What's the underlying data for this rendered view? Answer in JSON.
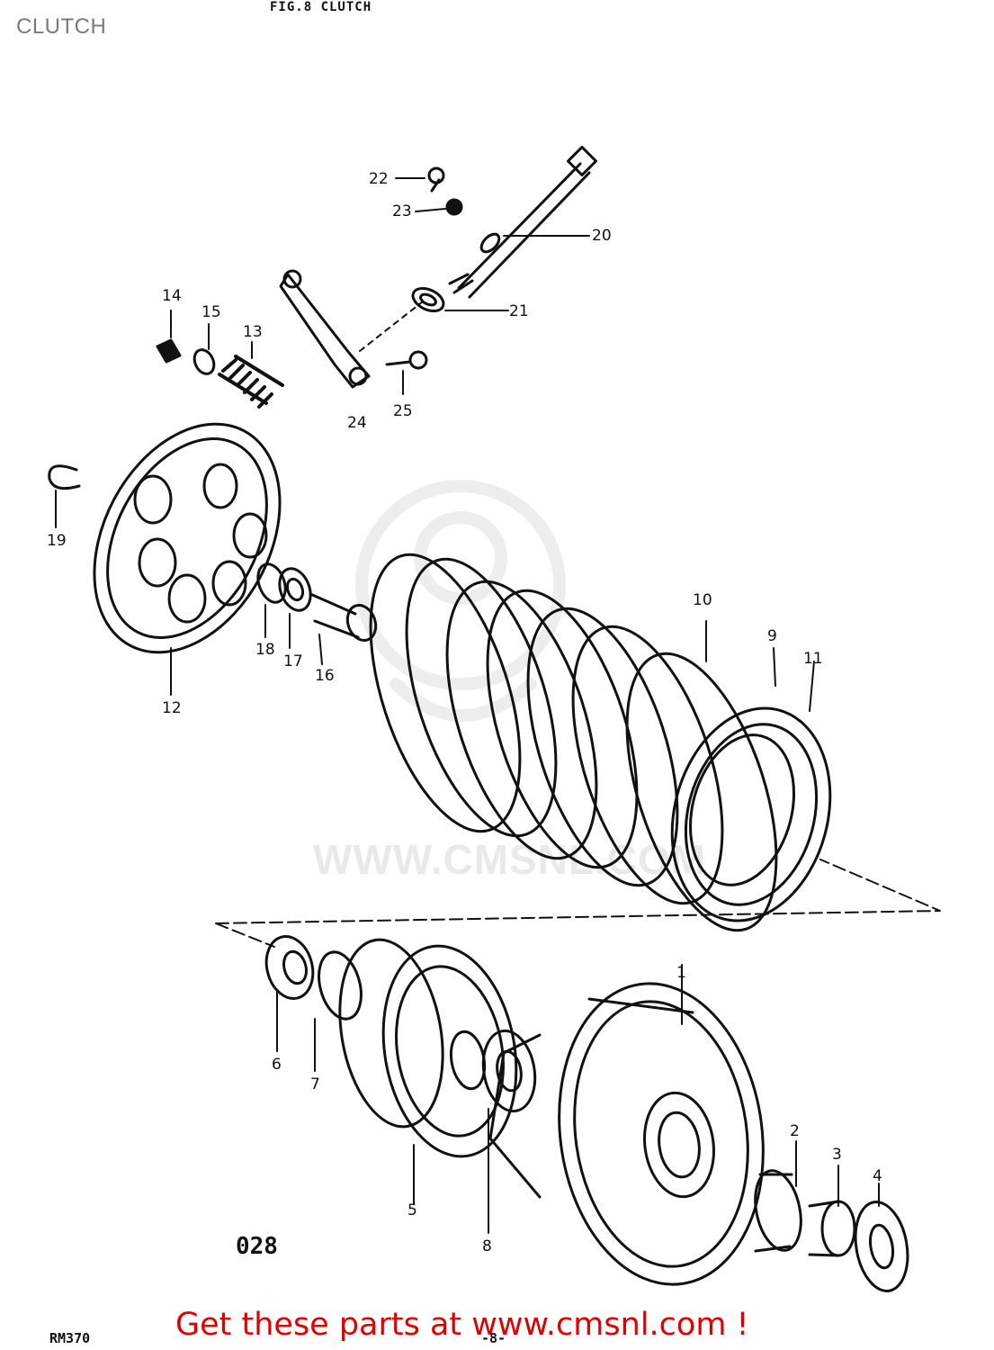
{
  "header": {
    "title": "CLUTCH",
    "figure_label": "FIG.8  CLUTCH"
  },
  "watermark": "WWW.CMSNL.COM",
  "footer": {
    "cta": "Get these parts at www.cmsnl.com !",
    "model_code": "RM370",
    "page_mark": "-8-",
    "big_code": "028"
  },
  "callouts": [
    "1",
    "2",
    "3",
    "4",
    "5",
    "6",
    "7",
    "8",
    "9",
    "10",
    "11",
    "12",
    "13",
    "14",
    "15",
    "16",
    "17",
    "18",
    "19",
    "20",
    "21",
    "22",
    "23",
    "24",
    "25"
  ],
  "colors": {
    "ink": "#111111",
    "cta": "#e00000",
    "header": "#7a7a7a",
    "watermark": "#e9e9e9"
  }
}
